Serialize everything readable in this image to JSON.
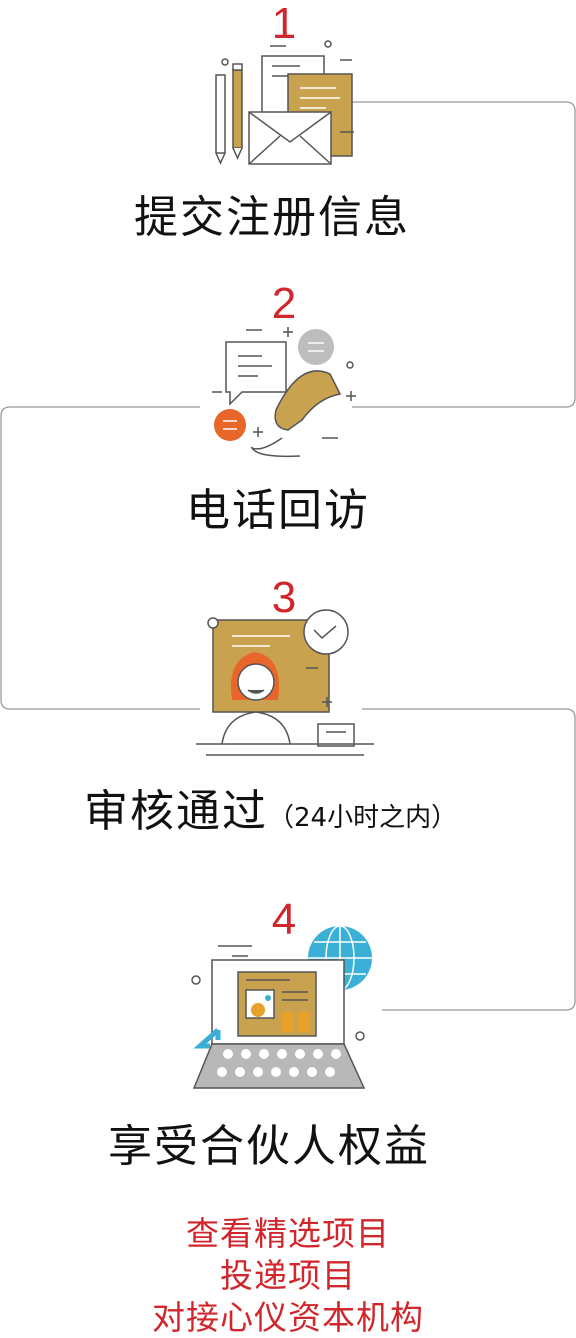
{
  "steps": [
    {
      "number": "1",
      "label": "提交注册信息"
    },
    {
      "number": "2",
      "label": "电话回访"
    },
    {
      "number": "3",
      "label": "审核通过",
      "note": "（24小时之内）"
    },
    {
      "number": "4",
      "label": "享受合伙人权益"
    }
  ],
  "benefits": [
    "查看精选项目",
    "投递项目",
    "对接心仪资本机构"
  ],
  "colors": {
    "accent_red": "#d1262c",
    "gold": "#c9a24f",
    "orange": "#e8662a",
    "blue": "#3ab0d6",
    "line": "#9a9a9a",
    "gray": "#b8b8b8"
  },
  "icons": [
    "envelope-document-icon",
    "phone-chat-icon",
    "receptionist-icon",
    "laptop-globe-icon"
  ]
}
